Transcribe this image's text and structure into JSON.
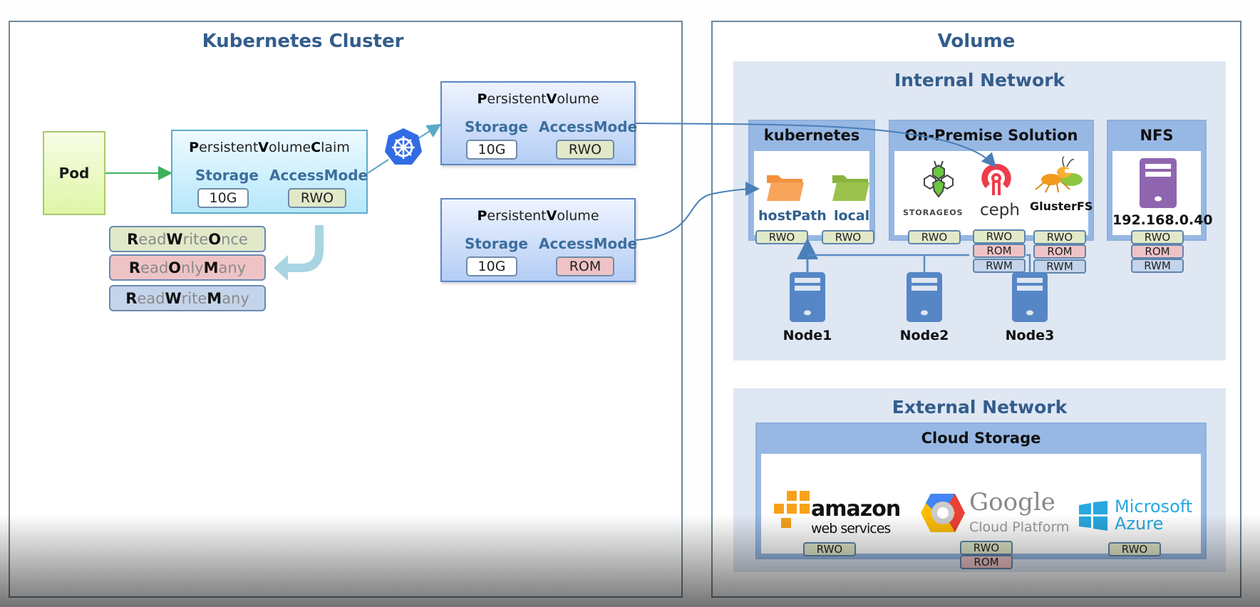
{
  "cluster": {
    "title": "Kubernetes Cluster",
    "pod": {
      "label": "Pod"
    },
    "pvc": {
      "title_parts": [
        {
          "b": "P",
          "t": "ersistent"
        },
        {
          "b": "V",
          "t": "olume"
        },
        {
          "b": "C",
          "t": "laim"
        }
      ],
      "storage_label": "Storage",
      "access_label": "AccessMode",
      "storage_value": "10G",
      "access_value": "RWO"
    },
    "access_modes": [
      {
        "parts": [
          {
            "b": "R",
            "t": "ead"
          },
          {
            "b": "W",
            "t": "rite"
          },
          {
            "b": "O",
            "t": "nce"
          }
        ],
        "code": "RWO",
        "color": "#e1e9c9"
      },
      {
        "parts": [
          {
            "b": "R",
            "t": "ead"
          },
          {
            "b": "O",
            "t": "nly"
          },
          {
            "b": "M",
            "t": "any"
          }
        ],
        "code": "ROM",
        "color": "#eec3c6"
      },
      {
        "parts": [
          {
            "b": "R",
            "t": "ead"
          },
          {
            "b": "W",
            "t": "rite"
          },
          {
            "b": "M",
            "t": "any"
          }
        ],
        "code": "RWM",
        "color": "#c4d4ea"
      }
    ],
    "persistent_volumes": [
      {
        "title_parts": [
          {
            "b": "P",
            "t": "ersistent"
          },
          {
            "b": "V",
            "t": "olume"
          }
        ],
        "storage_label": "Storage",
        "access_label": "AccessMode",
        "storage_value": "10G",
        "access_value": "RWO"
      },
      {
        "title_parts": [
          {
            "b": "P",
            "t": "ersistent"
          },
          {
            "b": "V",
            "t": "olume"
          }
        ],
        "storage_label": "Storage",
        "access_label": "AccessMode",
        "storage_value": "10G",
        "access_value": "ROM"
      }
    ],
    "kubernetes_logo_icon": "kubernetes-helm-icon"
  },
  "volume": {
    "title": "Volume",
    "internal": {
      "title": "Internal Network",
      "kubernetes_group": {
        "title": "kubernetes",
        "items": [
          {
            "label": "hostPath",
            "icon": "folder-orange-icon",
            "modes": [
              "RWO"
            ]
          },
          {
            "label": "local",
            "icon": "folder-green-icon",
            "modes": [
              "RWO"
            ]
          }
        ]
      },
      "onprem_group": {
        "title": "On-Premise Solution",
        "items": [
          {
            "label": "STORAGEOS",
            "icon": "storageos-logo",
            "modes": [
              "RWO"
            ]
          },
          {
            "label": "ceph",
            "icon": "ceph-logo",
            "modes": [
              "RWO",
              "ROM",
              "RWM"
            ]
          },
          {
            "label": "GlusterFS",
            "icon": "glusterfs-ant-logo",
            "modes": [
              "RWO",
              "ROM",
              "RWM"
            ]
          }
        ]
      },
      "nfs_group": {
        "title": "NFS",
        "address": "192.168.0.40",
        "icon": "server-purple-icon",
        "modes": [
          "RWO",
          "ROM",
          "RWM"
        ]
      },
      "nodes": [
        "Node1",
        "Node2",
        "Node3"
      ]
    },
    "external": {
      "title": "External Network",
      "cloud_group": {
        "title": "Cloud Storage",
        "items": [
          {
            "name_line1": "amazon",
            "name_line2": "web services",
            "icon": "aws-logo",
            "modes": [
              "RWO"
            ]
          },
          {
            "name_line1": "Google",
            "name_line2": "Cloud Platform",
            "icon": "gcp-logo",
            "modes": [
              "RWO",
              "ROM"
            ]
          },
          {
            "name_line1": "Microsoft",
            "name_line2": "Azure",
            "icon": "azure-logo",
            "modes": [
              "RWO"
            ]
          }
        ]
      }
    }
  },
  "colors": {
    "title_blue": "#335d8c",
    "rwo": "#e1e9c9",
    "rom": "#eec3c6",
    "rwm": "#c4d4ea",
    "k8s_blue": "#326ce5"
  }
}
